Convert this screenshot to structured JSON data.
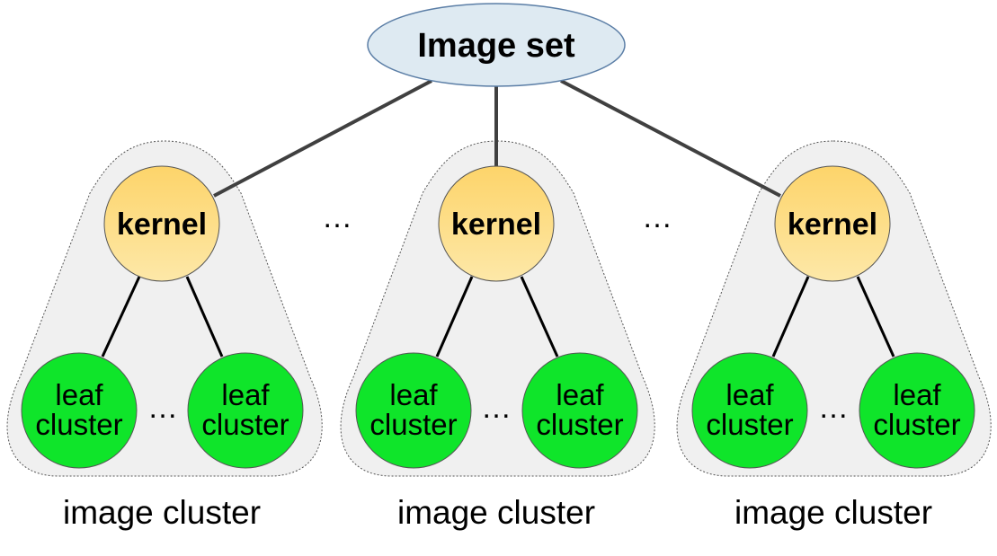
{
  "root": {
    "label": "Image set"
  },
  "clusters": [
    {
      "kernel_label": "kernel",
      "leaf_left": [
        "leaf",
        "cluster"
      ],
      "leaf_right": [
        "leaf",
        "cluster"
      ],
      "inner_ellipsis": "…",
      "caption": "image cluster"
    },
    {
      "kernel_label": "kernel",
      "leaf_left": [
        "leaf",
        "cluster"
      ],
      "leaf_right": [
        "leaf",
        "cluster"
      ],
      "inner_ellipsis": "…",
      "caption": "image cluster"
    },
    {
      "kernel_label": "kernel",
      "leaf_left": [
        "leaf",
        "cluster"
      ],
      "leaf_right": [
        "leaf",
        "cluster"
      ],
      "inner_ellipsis": "…",
      "caption": "image cluster"
    }
  ],
  "between_ellipsis": [
    "…",
    "…"
  ],
  "colors": {
    "root_fill": "#deeaf2",
    "root_stroke": "#5b7ea6",
    "kernel_fill_top": "#fdd46a",
    "kernel_fill_bottom": "#fde8a8",
    "leaf_fill": "#0fe52a",
    "group_fill": "#f0f0f0",
    "edge": "#404040"
  }
}
